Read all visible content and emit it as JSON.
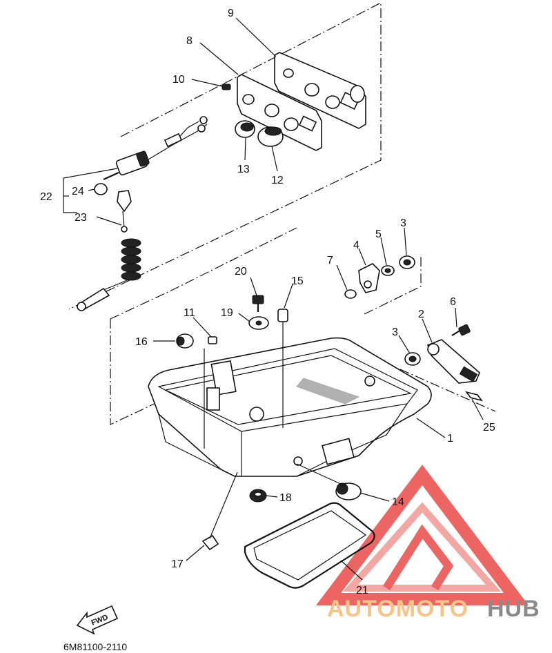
{
  "diagram": {
    "part_labels": [
      "1",
      "2",
      "3",
      "3",
      "4",
      "5",
      "6",
      "7",
      "8",
      "9",
      "10",
      "11",
      "12",
      "13",
      "14",
      "15",
      "16",
      "17",
      "18",
      "19",
      "20",
      "21",
      "22",
      "23",
      "24",
      "25"
    ],
    "fwd_text": "FWD",
    "drawing_code": "6M81100-2110"
  },
  "watermark": {
    "word_auto_moto": "AUTOMOTO",
    "word_hub": "HUB",
    "color_red": "#e8322e",
    "color_orange": "#f5b86a",
    "color_gray": "#8a8a8a"
  }
}
